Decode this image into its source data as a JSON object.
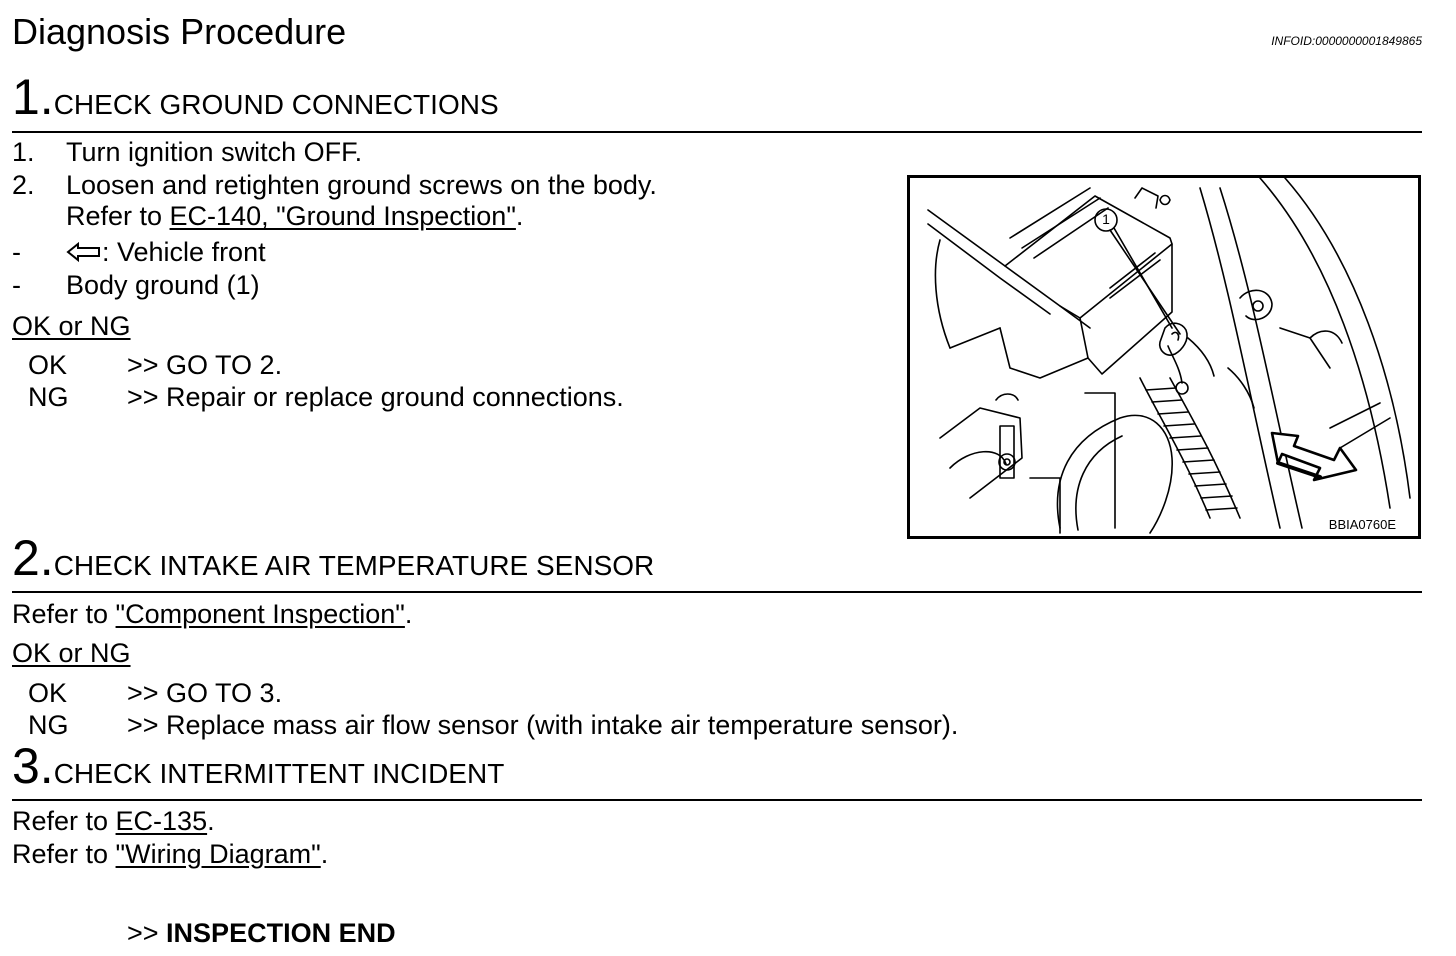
{
  "header": {
    "title": "Diagnosis Procedure",
    "info_id": "INFOID:0000000001849865"
  },
  "step1": {
    "number": "1.",
    "title": "CHECK GROUND CONNECTIONS",
    "items": [
      {
        "marker": "1.",
        "text": "Turn ignition switch OFF."
      },
      {
        "marker": "2.",
        "text": "Loosen and retighten ground screws on the body."
      }
    ],
    "refer_prefix": "Refer to ",
    "refer_link": "EC-140, \"Ground Inspection\"",
    "refer_suffix": ".",
    "legend": [
      {
        "marker": "-",
        "text": ": Vehicle front"
      },
      {
        "marker": "-",
        "text": "Body ground (1)"
      }
    ],
    "ok_ng": "OK or NG",
    "results": [
      {
        "label": "OK",
        "text": ">> GO TO 2."
      },
      {
        "label": "NG",
        "text": ">> Repair or replace ground connections."
      }
    ],
    "figure": {
      "callout": "1",
      "code": "BBIA0760E"
    }
  },
  "step2": {
    "number": "2.",
    "title": "CHECK INTAKE AIR TEMPERATURE SENSOR",
    "refer_prefix": "Refer to ",
    "refer_link": "\"Component Inspection\"",
    "refer_suffix": ".",
    "ok_ng": "OK or NG",
    "results": [
      {
        "label": "OK",
        "text": ">> GO TO 3."
      },
      {
        "label": "NG",
        "text": ">> Replace mass air flow sensor (with intake air temperature sensor)."
      }
    ]
  },
  "step3": {
    "number": "3.",
    "title": "CHECK INTERMITTENT INCIDENT",
    "refs": [
      {
        "prefix": "Refer to ",
        "link": "EC-135",
        "suffix": "."
      },
      {
        "prefix": "Refer to ",
        "link": "\"Wiring Diagram\"",
        "suffix": "."
      }
    ],
    "end_prefix": ">> ",
    "end_text": "INSPECTION END"
  }
}
